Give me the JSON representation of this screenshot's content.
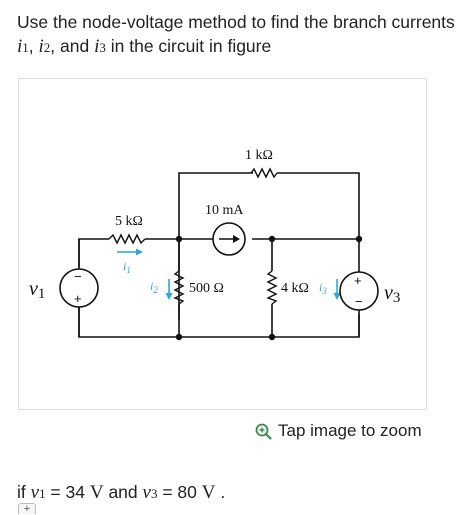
{
  "question": {
    "text_1": "Use the node-voltage method to find the branch currents ",
    "i_sym": "i",
    "sub_1": "1",
    "sub_2": "2",
    "sub_3": "3",
    "sep_1": ", ",
    "sep_2": ", and ",
    "text_2": " in the circuit in figure"
  },
  "figure": {
    "r_1k": "1 kΩ",
    "r_5k": "5 kΩ",
    "cs_label": "10 mA",
    "r_500": "500 Ω",
    "r_4k": "4 kΩ",
    "i1_label": "i",
    "i1_sub": "1",
    "i2_label": "i",
    "i2_sub": "2",
    "i3_label": "i",
    "i3_sub": "3",
    "v1_label": "v",
    "v1_sub": "1",
    "v3_label": "v",
    "v3_sub": "3",
    "plus": "+",
    "minus": "−",
    "accent_color": "#2aa6e0"
  },
  "zoom": {
    "label": "Tap image to zoom",
    "icon": "zoom-in-icon"
  },
  "given": {
    "if": "if ",
    "v_sym": "v",
    "sub_1": "1",
    "eq_1": " = 34 ",
    "unit_1": "V",
    "and": " and ",
    "sub_3": "3",
    "eq_3": " = 80 ",
    "unit_3": "V",
    "end": " ."
  },
  "expand": {
    "label": "+"
  }
}
